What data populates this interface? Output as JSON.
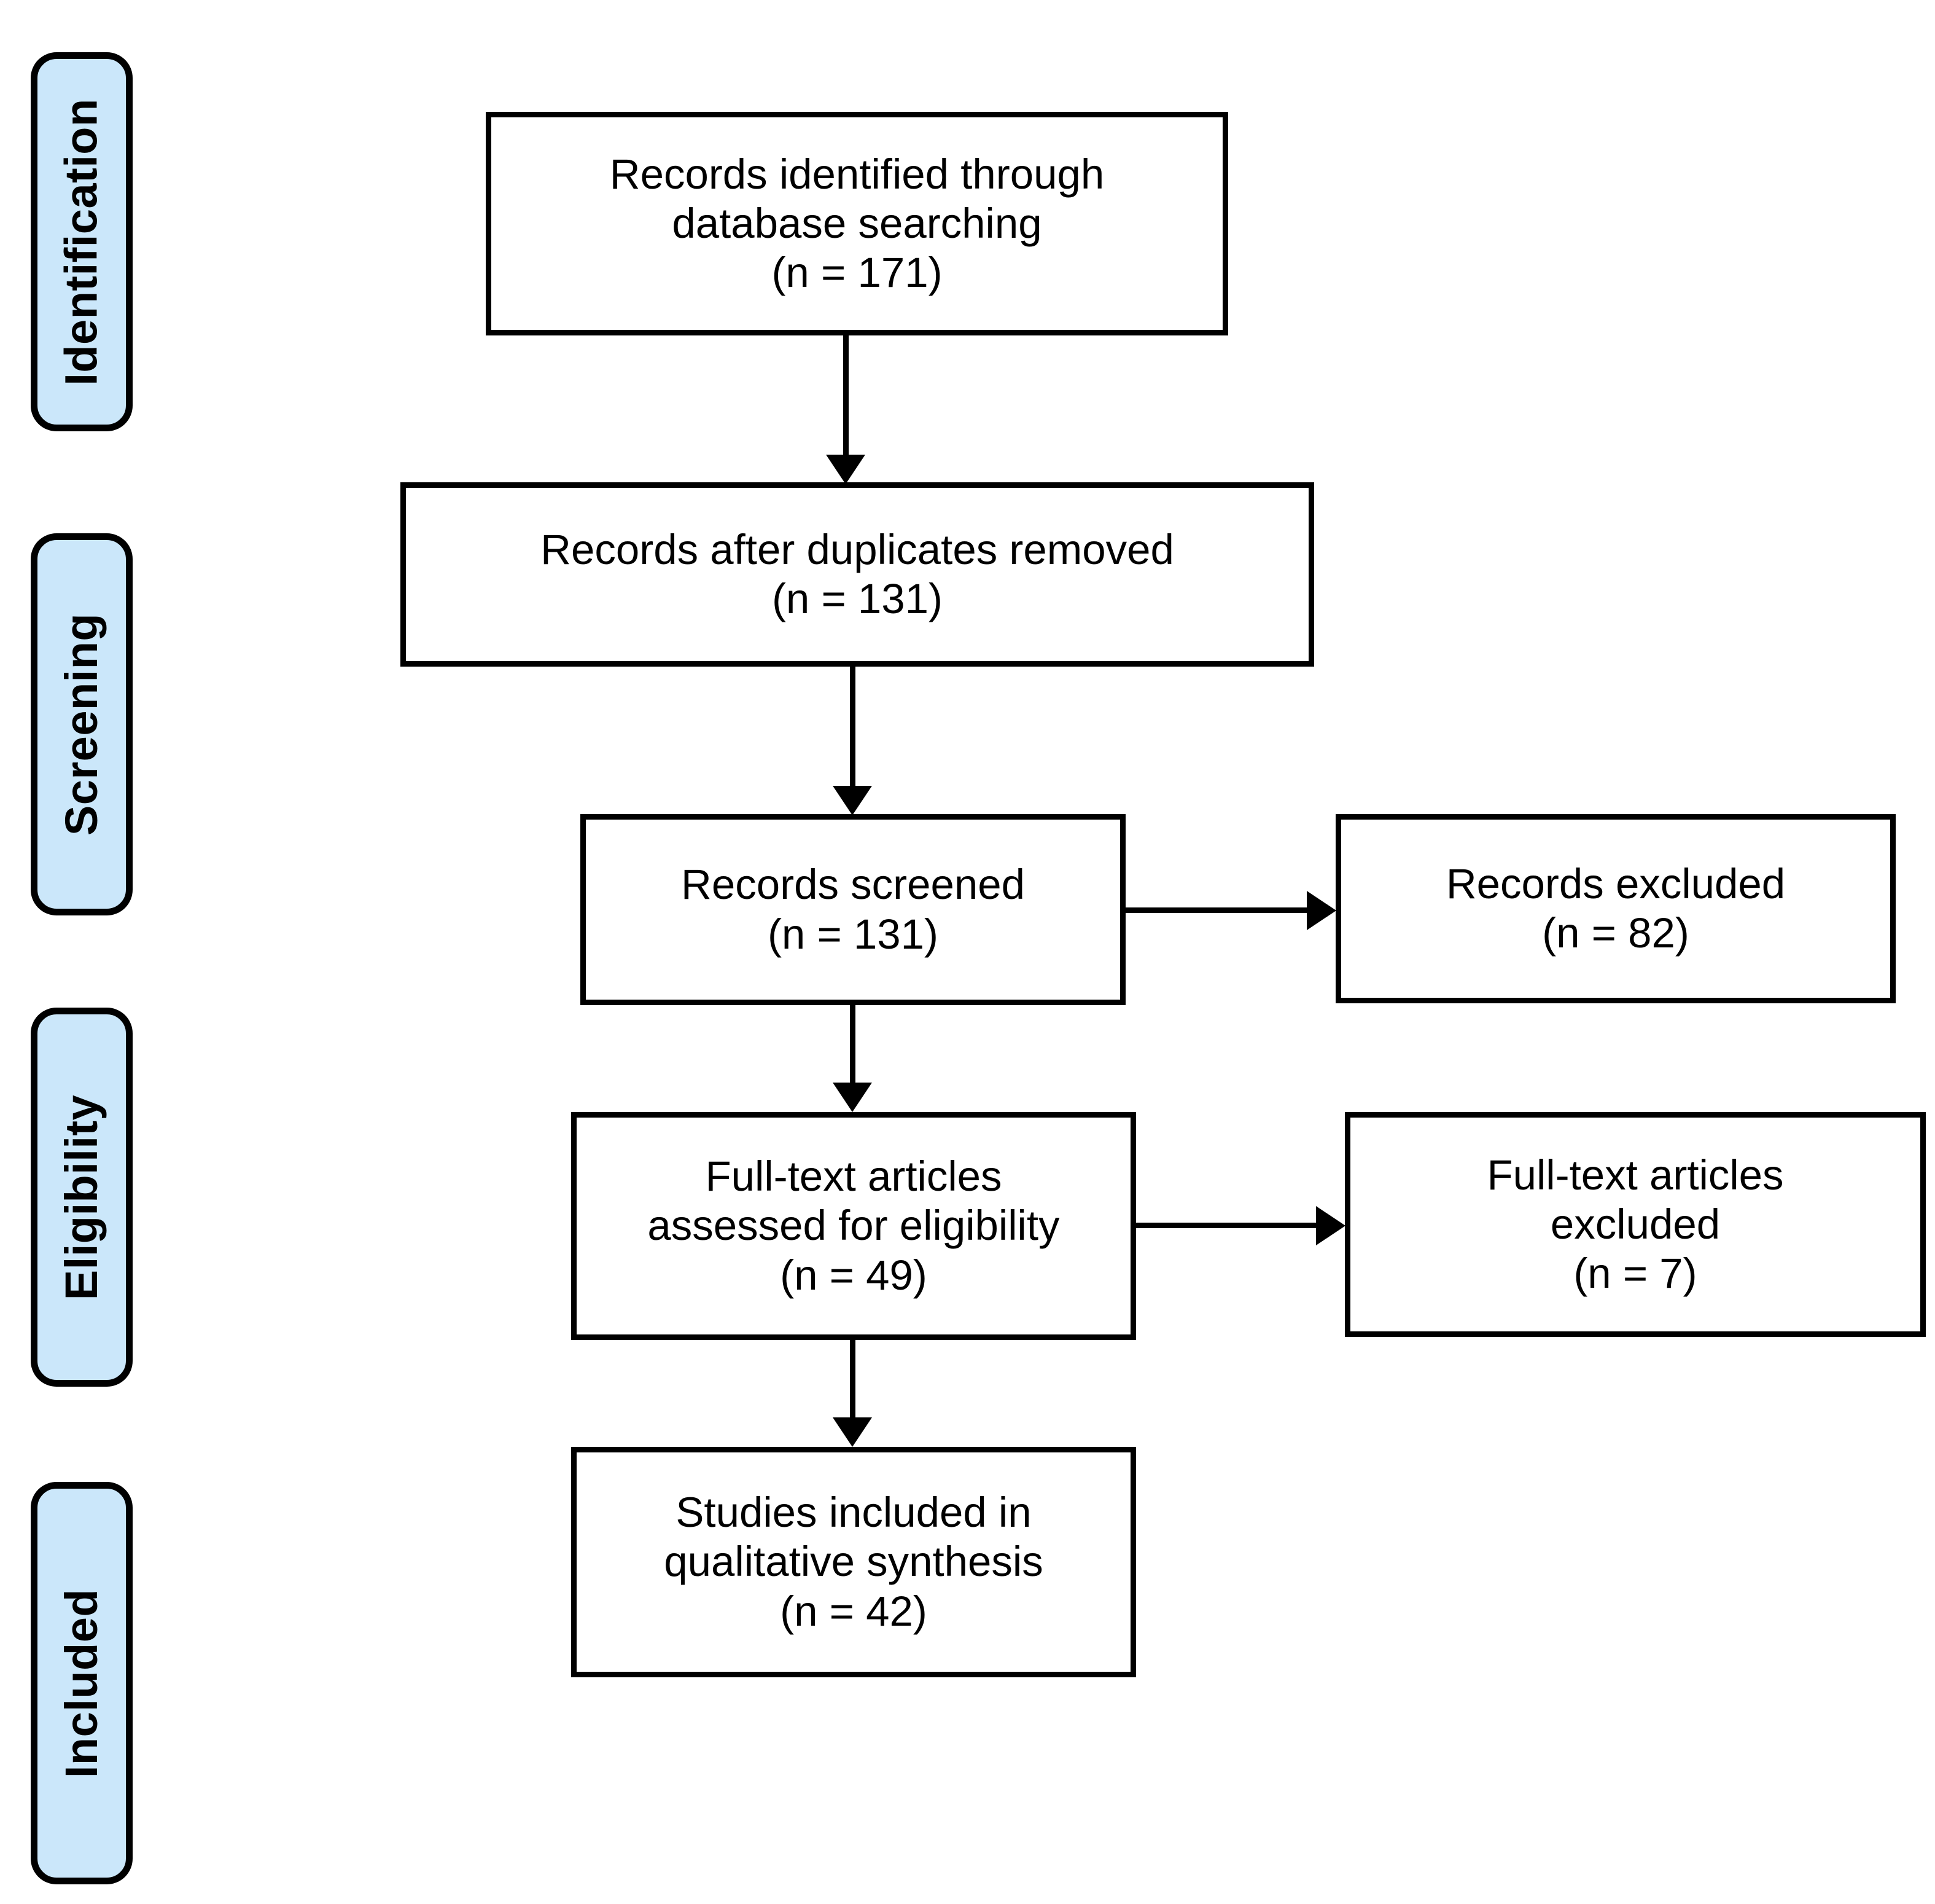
{
  "diagram": {
    "type": "prisma-flow-diagram",
    "background_color": "#ffffff",
    "line_color": "#000000",
    "stage_fill_color": "#cbe7fa",
    "stages": [
      {
        "id": "identification",
        "label": "Identification"
      },
      {
        "id": "screening",
        "label": "Screening"
      },
      {
        "id": "eligibility",
        "label": "Eligibility"
      },
      {
        "id": "included",
        "label": "Included"
      }
    ],
    "boxes": [
      {
        "id": "records-identified",
        "stage": "identification",
        "text": "Records identified through\ndatabase searching\n(n = 171)",
        "count_label": "(n = 171)",
        "count": 171
      },
      {
        "id": "records-after-duplicates",
        "stage": "screening",
        "text": "Records after duplicates removed\n(n = 131)",
        "count_label": "(n = 131)",
        "count": 131
      },
      {
        "id": "records-screened",
        "stage": "screening",
        "text": "Records screened\n(n = 131)",
        "count_label": "(n = 131)",
        "count": 131
      },
      {
        "id": "records-excluded",
        "stage": "screening",
        "text": "Records excluded\n(n = 82)",
        "count_label": "(n = 82)",
        "count": 82
      },
      {
        "id": "fulltext-assessed",
        "stage": "eligibility",
        "text": "Full-text articles\nassessed for eligibility\n(n = 49)",
        "count_label": "(n = 49)",
        "count": 49
      },
      {
        "id": "fulltext-excluded",
        "stage": "eligibility",
        "text": "Full-text articles\nexcluded\n(n = 7)",
        "count_label": "(n = 7)",
        "count": 7
      },
      {
        "id": "studies-included",
        "stage": "included",
        "text": "Studies included in\nqualitative synthesis\n(n = 42)",
        "count_label": "(n = 42)",
        "count": 42
      }
    ],
    "connectors": [
      {
        "id": "identified-to-after-duplicates",
        "from": "records-identified",
        "to": "records-after-duplicates",
        "direction": "down"
      },
      {
        "id": "after-duplicates-to-screened",
        "from": "records-after-duplicates",
        "to": "records-screened",
        "direction": "down"
      },
      {
        "id": "screened-to-excluded",
        "from": "records-screened",
        "to": "records-excluded",
        "direction": "right"
      },
      {
        "id": "screened-to-fulltext",
        "from": "records-screened",
        "to": "fulltext-assessed",
        "direction": "down"
      },
      {
        "id": "fulltext-to-excluded",
        "from": "fulltext-assessed",
        "to": "fulltext-excluded",
        "direction": "right"
      },
      {
        "id": "fulltext-to-included",
        "from": "fulltext-assessed",
        "to": "studies-included",
        "direction": "down"
      }
    ]
  }
}
